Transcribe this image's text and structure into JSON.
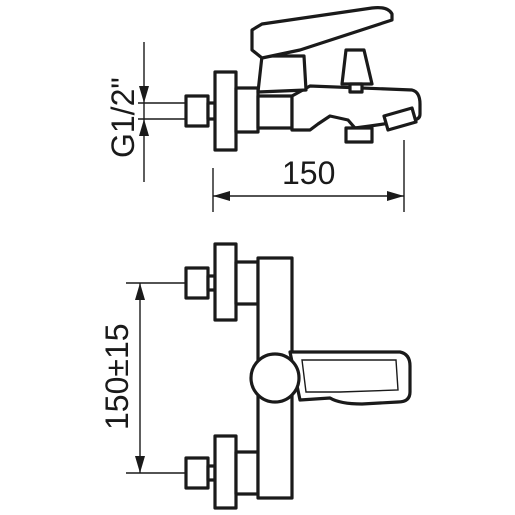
{
  "dimensions": {
    "thread_size": "G1/2\"",
    "width": "150",
    "centre_distance": "150±15"
  },
  "colors": {
    "line": "#1a1a1a",
    "background": "#ffffff"
  }
}
